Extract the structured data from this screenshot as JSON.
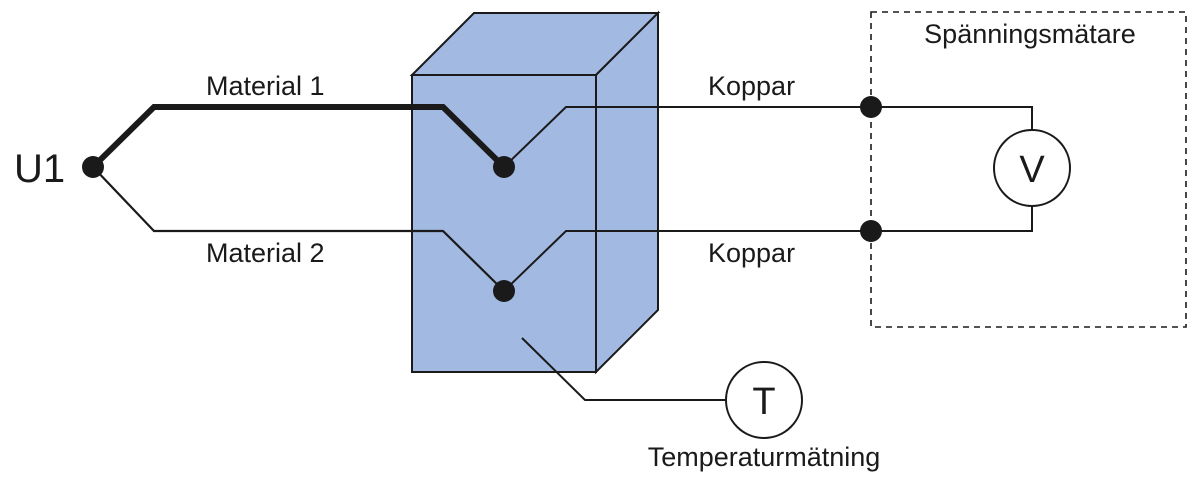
{
  "labels": {
    "junction": "U1",
    "wire_top": "Material 1",
    "wire_bottom": "Material 2",
    "copper_top": "Koppar",
    "copper_bottom": "Koppar",
    "meter_title": "Spänningsmätare",
    "voltmeter_symbol": "V",
    "thermometer_symbol": "T",
    "temperature_label": "Temperaturmätning"
  },
  "colors": {
    "block_front": "#a2b9e2",
    "block_side": "#a2b9e2",
    "line": "#1a1a1a",
    "background": "#ffffff"
  }
}
